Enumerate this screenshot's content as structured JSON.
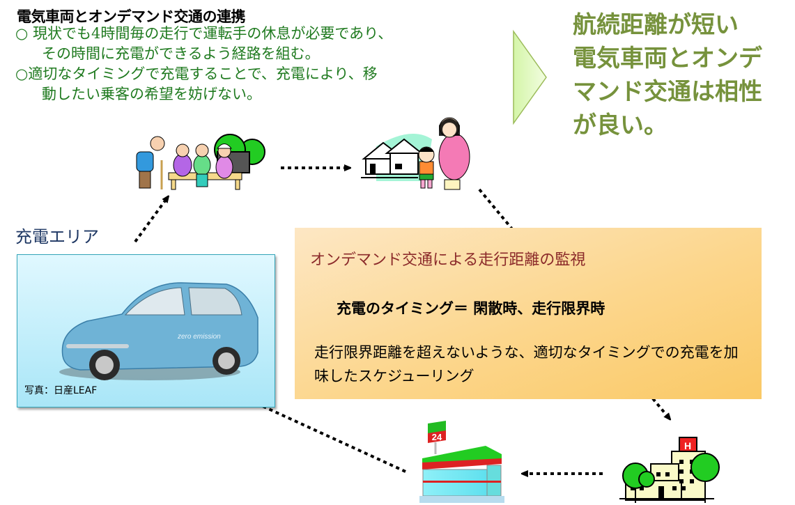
{
  "header": {
    "title": "電気車両とオンデマンド交通の連携",
    "bullets": [
      {
        "marker": "○",
        "line1": " 現状でも4時間毎の走行で運転手の休息が必要であり、",
        "line2": "その時間に充電ができるよう経路を組む。"
      },
      {
        "marker": "○",
        "line1": "適切なタイミングで充電することで、充電により、移",
        "line2": "動したい乗客の希望を妨げない。"
      }
    ]
  },
  "conclusion": {
    "lines": [
      "航続距離が短い",
      "電気車両とオンデ",
      "マンド交通は相性",
      "が良い。"
    ]
  },
  "charging_area": {
    "label": "充電エリア",
    "photo_credit": "写真：日産LEAF",
    "photo_subject": "car-photo"
  },
  "monitoring": {
    "title": "オンデマンド交通による走行距離の監視",
    "timing": "充電のタイミング＝ 閑散時、走行限界時",
    "description": "走行限界距離を超えないような、適切なタイミングでの充電を加味したスケジューリング"
  },
  "nodes": [
    {
      "id": "elderly-group",
      "icon": "elderly-people-bench-icon"
    },
    {
      "id": "residential",
      "icon": "house-mother-child-icon"
    },
    {
      "id": "hospital",
      "icon": "hospital-icon"
    },
    {
      "id": "convenience-store",
      "icon": "convenience-store-icon",
      "sign": "24"
    }
  ],
  "colors": {
    "title": "#000000",
    "bullet_text": "#1f7a1f",
    "conclusion": "#76923c",
    "monitor_title": "#8b2a2a",
    "charge_label": "#1f3864"
  }
}
